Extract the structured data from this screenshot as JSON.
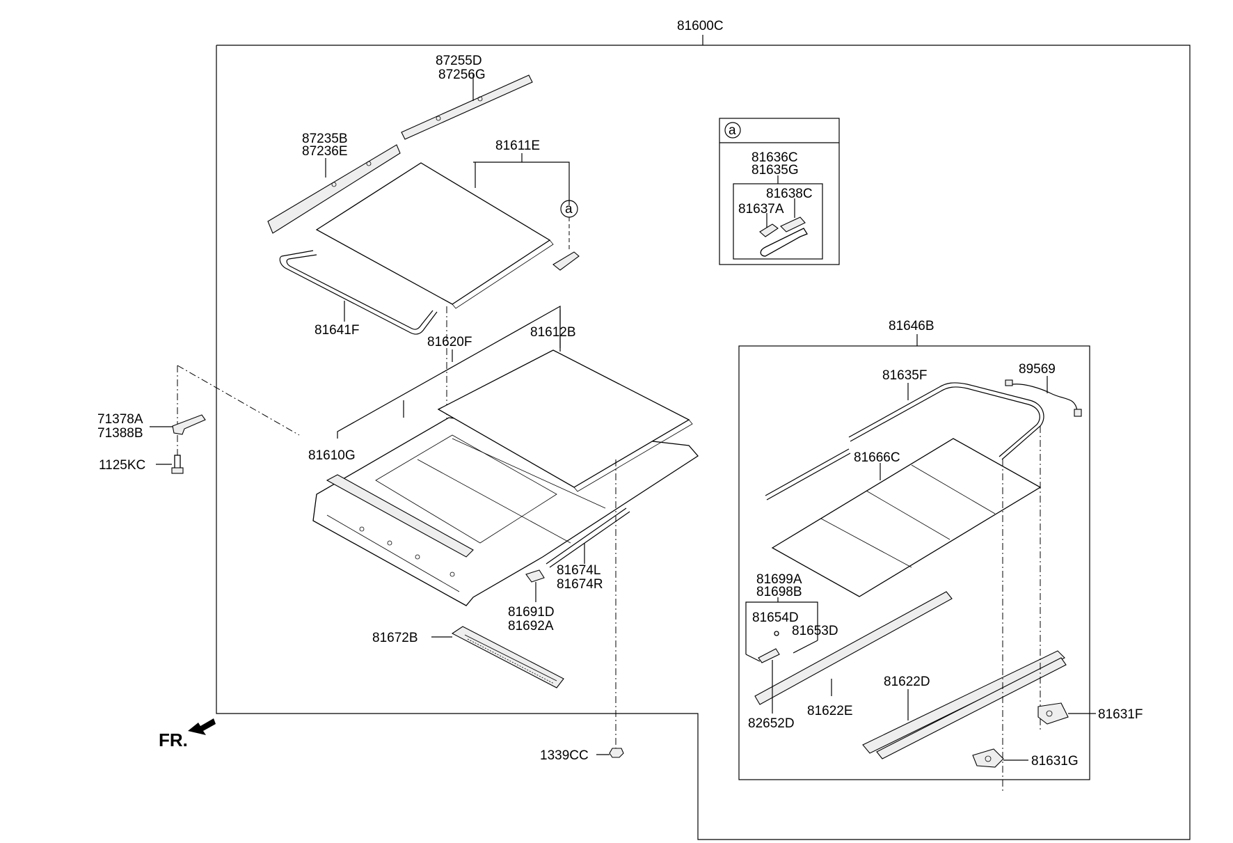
{
  "labels": {
    "l81600C": "81600C",
    "l87255D": "87255D",
    "l87256G": "87256G",
    "l87235B": "87235B",
    "l87236E": "87236E",
    "l81611E": "81611E",
    "l81641F": "81641F",
    "l81620F": "81620F",
    "l81612B": "81612B",
    "l71378A": "71378A",
    "l71388B": "71388B",
    "l1125KC": "1125KC",
    "l81610G": "81610G",
    "l81674L": "81674L",
    "l81674R": "81674R",
    "l81691D": "81691D",
    "l81692A": "81692A",
    "l81672B": "81672B",
    "l1339CC": "1339CC",
    "l81636C": "81636C",
    "l81635G": "81635G",
    "l81638C": "81638C",
    "l81637A": "81637A",
    "l81646B": "81646B",
    "l81635F": "81635F",
    "l89569": "89569",
    "l81666C": "81666C",
    "l81699A": "81699A",
    "l81698B": "81698B",
    "l81654D": "81654D",
    "l81653D": "81653D",
    "l81622D": "81622D",
    "l81622E": "81622E",
    "l82652D": "82652D",
    "l81631F": "81631F",
    "l81631G": "81631G",
    "callout_a1": "a",
    "callout_a2": "a",
    "fr": "FR."
  }
}
